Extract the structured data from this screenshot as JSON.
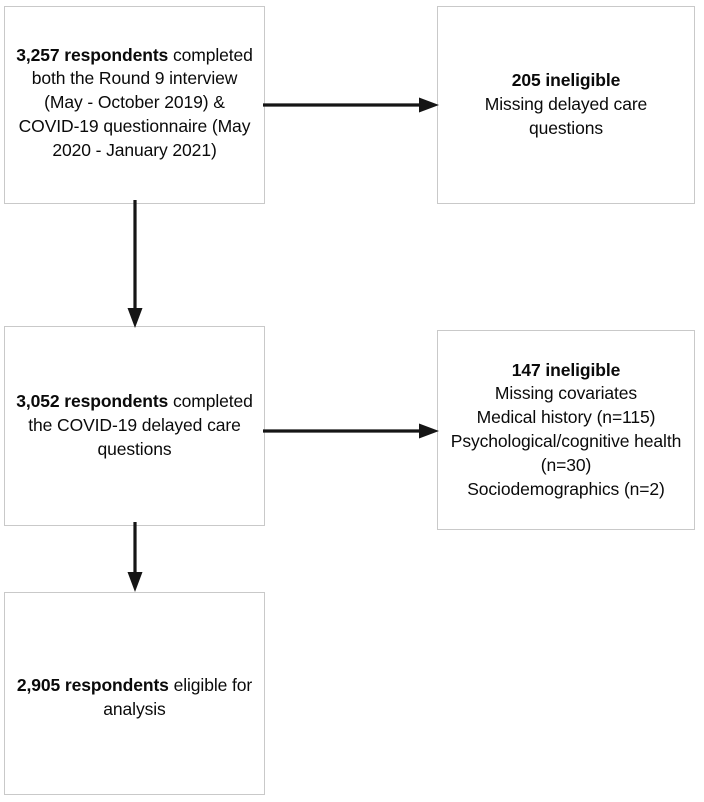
{
  "figure": {
    "type": "flowchart",
    "orientation": "top-to-bottom with right-side exclusion branches",
    "node_count": 5,
    "connector_count": 4
  },
  "nodes": {
    "enrolled": {
      "id": "node-enrolled",
      "role": "cohort",
      "emphasis": "3,257 respondents",
      "text": "3,257 respondents completed both the Round 9 interview (May - October 2019) & COVID-19 questionnaire (May 2020 - January 2021)",
      "count": 3257
    },
    "excluded_1": {
      "id": "node-excl-1",
      "role": "exclusion",
      "emphasis": "205 ineligible",
      "reason": "Missing delayed care questions",
      "count": 205
    },
    "completed": {
      "id": "node-completed",
      "role": "cohort",
      "emphasis": "3,052 respondents",
      "text": "3,052 respondents completed the COVID-19 delayed care questions",
      "count": 3052
    },
    "excluded_2": {
      "id": "node-excl-2",
      "role": "exclusion",
      "emphasis": "147 ineligible",
      "count": 147,
      "reason_header": "Missing covariates",
      "reasons": [
        "Medical history (n=115)",
        "Psychological/cognitive health (n=30)",
        "Sociodemographics (n=2)"
      ]
    },
    "analysis": {
      "id": "node-analysis",
      "role": "cohort",
      "emphasis": "2,905 respondents",
      "text": "2,905 respondents eligible for analysis",
      "count": 2905
    }
  },
  "connectors": [
    {
      "name": "enrolled-to-completed",
      "from": "enrolled",
      "to": "completed",
      "direction": "down",
      "icon": "down-arrow-icon"
    },
    {
      "name": "enrolled-to-excluded-1",
      "from": "enrolled",
      "to": "excluded_1",
      "direction": "right",
      "icon": "right-arrow-icon"
    },
    {
      "name": "completed-to-analysis",
      "from": "completed",
      "to": "analysis",
      "direction": "down",
      "icon": "down-arrow-icon"
    },
    {
      "name": "completed-to-excluded-2",
      "from": "completed",
      "to": "excluded_2",
      "direction": "right",
      "icon": "right-arrow-icon"
    }
  ],
  "colors": {
    "background": "#ffffff",
    "box_border": "#c9c9c9",
    "text": "#0a0a0a",
    "connector": "#151515"
  }
}
